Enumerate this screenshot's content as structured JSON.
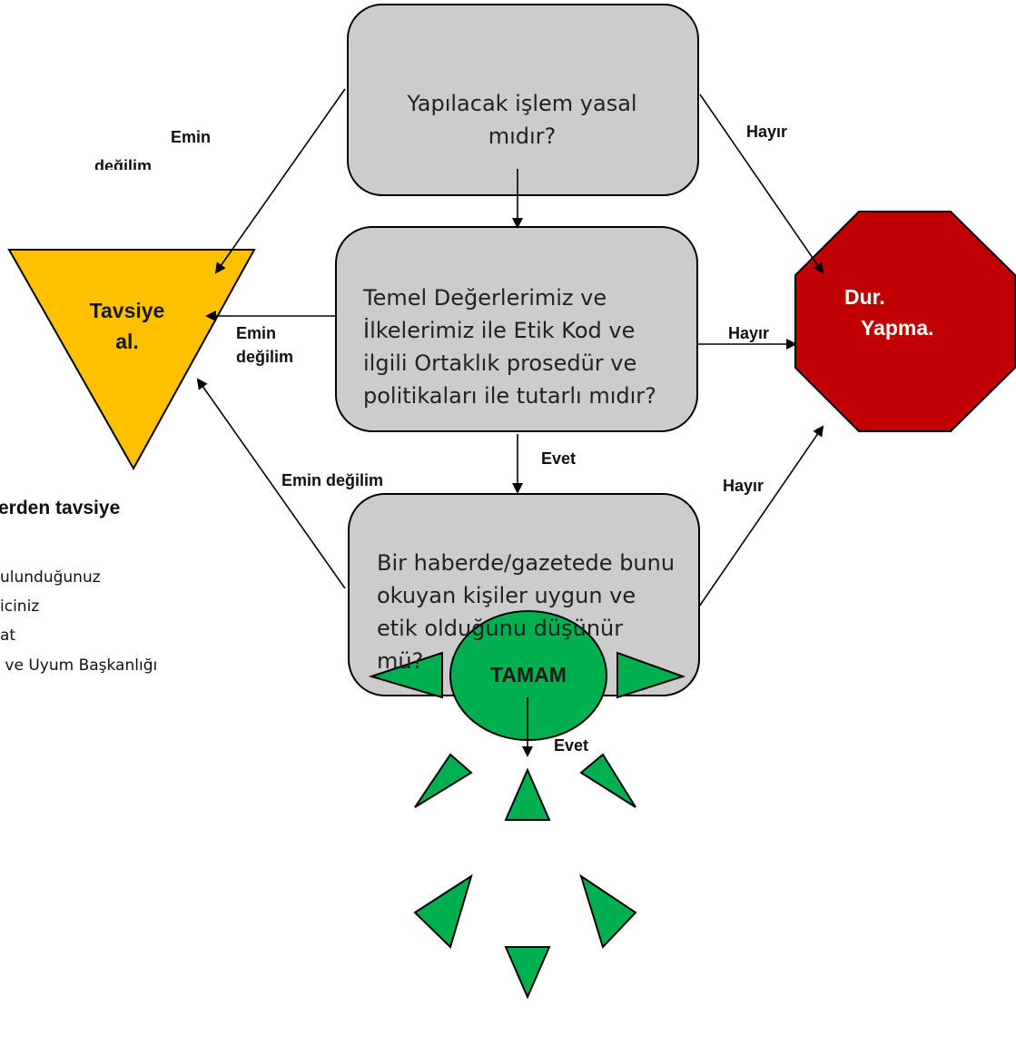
{
  "boxes": {
    "q1": "Yapılacak işlem yasal mıdır?",
    "q2": "Temel Değerlerimiz ve İlkelerimiz ile Etik Kod ve ilgili Ortaklık prosedür ve politikaları ile tutarlı mıdır?",
    "q3": "Bir haberde/gazetede bunu okuyan kişiler uygun ve etik olduğunu düşünür mü?"
  },
  "shapes": {
    "advice_line1": "Tavsiye",
    "advice_line2": "al.",
    "stop_line1": "Dur.",
    "stop_line2": "Yapma.",
    "ok": "TAMAM"
  },
  "edge_labels": {
    "q1_to_advice_1": "Emin",
    "q1_to_advice_2": "değilim",
    "q1_to_stop": "Hayır",
    "q2_to_advice_1": "Emin",
    "q2_to_advice_2": "değilim",
    "q2_to_stop": "Hayır",
    "q2_to_q3": "Evet",
    "q3_to_advice": "Emin değilim",
    "q3_to_stop": "Hayır",
    "q3_to_ok": "Evet"
  },
  "side_panel": {
    "heading": "erden tavsiye",
    "items": [
      "ulunduğunuz",
      "iciniz",
      "at",
      " ve Uyum Başkanlığı"
    ]
  },
  "colors": {
    "box_fill": "#cccccc",
    "advice_fill": "#ffc000",
    "stop_fill": "#c00000",
    "ok_fill": "#00b050"
  }
}
